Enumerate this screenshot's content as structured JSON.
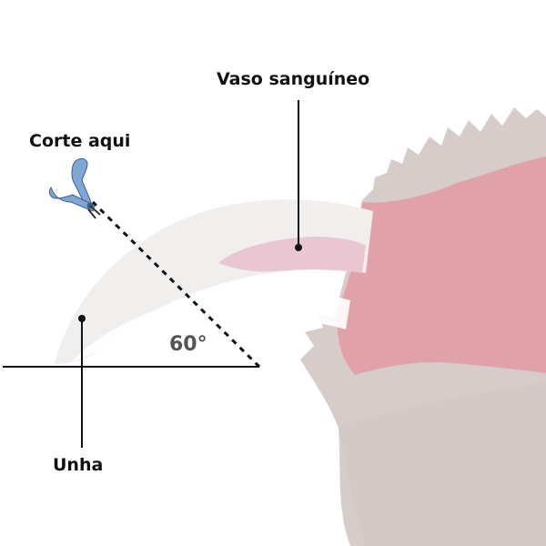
{
  "labels": {
    "cut_here": "Corte aqui",
    "blood_vessel": "Vaso sanguíneo",
    "nail": "Unha",
    "angle": "60°"
  },
  "colors": {
    "fur": "#d6cdca",
    "fur_dark": "#cfc6c2",
    "skin": "#e0a1a8",
    "nail": "#f1efed",
    "nail_inner": "#ffffff",
    "vessel": "#e9c6d1",
    "line": "#111111",
    "angle_text": "#555555",
    "clipper": "#7fa7d6"
  },
  "icons": {
    "clipper": "nail-clipper-icon"
  }
}
